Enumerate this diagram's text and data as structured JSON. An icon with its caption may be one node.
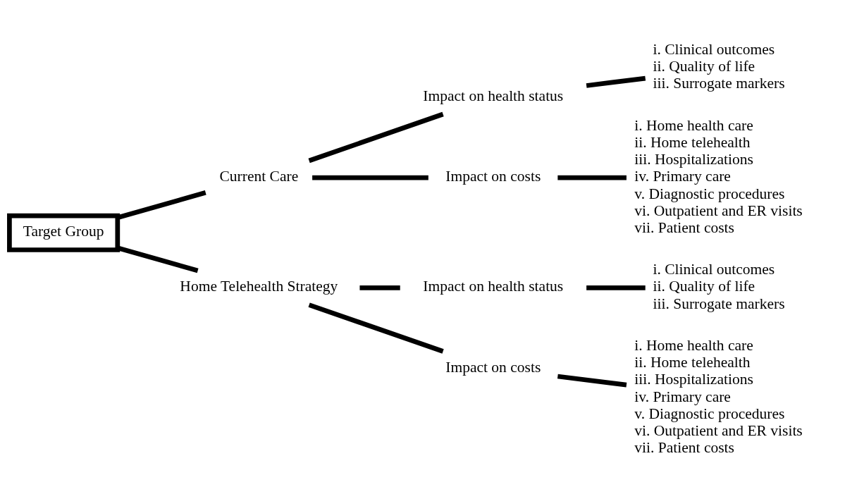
{
  "diagram": {
    "nodes": [
      {
        "text": [
          "Target Group"
        ]
      },
      {
        "text": [
          "Current Care"
        ]
      },
      {
        "text": [
          "Impact on health status"
        ]
      },
      {
        "text": [
          "i. Clinical outcomes",
          "ii. Quality of life",
          "iii. Surrogate markers"
        ]
      },
      {
        "text": [
          "Impact on costs"
        ]
      },
      {
        "text": [
          "i. Home health care",
          "ii. Home telehealth",
          "iii. Hospitalizations",
          "iv. Primary care",
          "v. Diagnostic procedures",
          "vi. Outpatient and ER visits",
          "vii. Patient costs"
        ]
      },
      {
        "text": [
          "Home Telehealth Strategy"
        ]
      },
      {
        "text": [
          "Impact on health status"
        ]
      },
      {
        "text": [
          "i. Clinical outcomes",
          "ii. Quality of life",
          "iii. Surrogate markers"
        ]
      },
      {
        "text": [
          "Impact on costs"
        ]
      },
      {
        "text": [
          "i. Home health care",
          "ii. Home telehealth",
          "iii. Hospitalizations",
          "iv. Primary care",
          "v. Diagnostic procedures",
          "vi. Outpatient and ER visits",
          "vii. Patient costs"
        ]
      }
    ],
    "edges": [
      {
        "from": 0,
        "to": 1,
        "arrow": "none"
      },
      {
        "from": 0,
        "to": 6,
        "arrow": "none"
      },
      {
        "from": 1,
        "to": 2,
        "arrow": "none"
      },
      {
        "from": 1,
        "to": 4,
        "arrow": "none"
      },
      {
        "from": 2,
        "to": 3,
        "arrow": "none"
      },
      {
        "from": 4,
        "to": 5,
        "arrow": "none"
      },
      {
        "from": 6,
        "to": 7,
        "arrow": "none"
      },
      {
        "from": 6,
        "to": 9,
        "arrow": "none"
      },
      {
        "from": 7,
        "to": 8,
        "arrow": "none"
      },
      {
        "from": 9,
        "to": 10,
        "arrow": "none"
      }
    ]
  }
}
